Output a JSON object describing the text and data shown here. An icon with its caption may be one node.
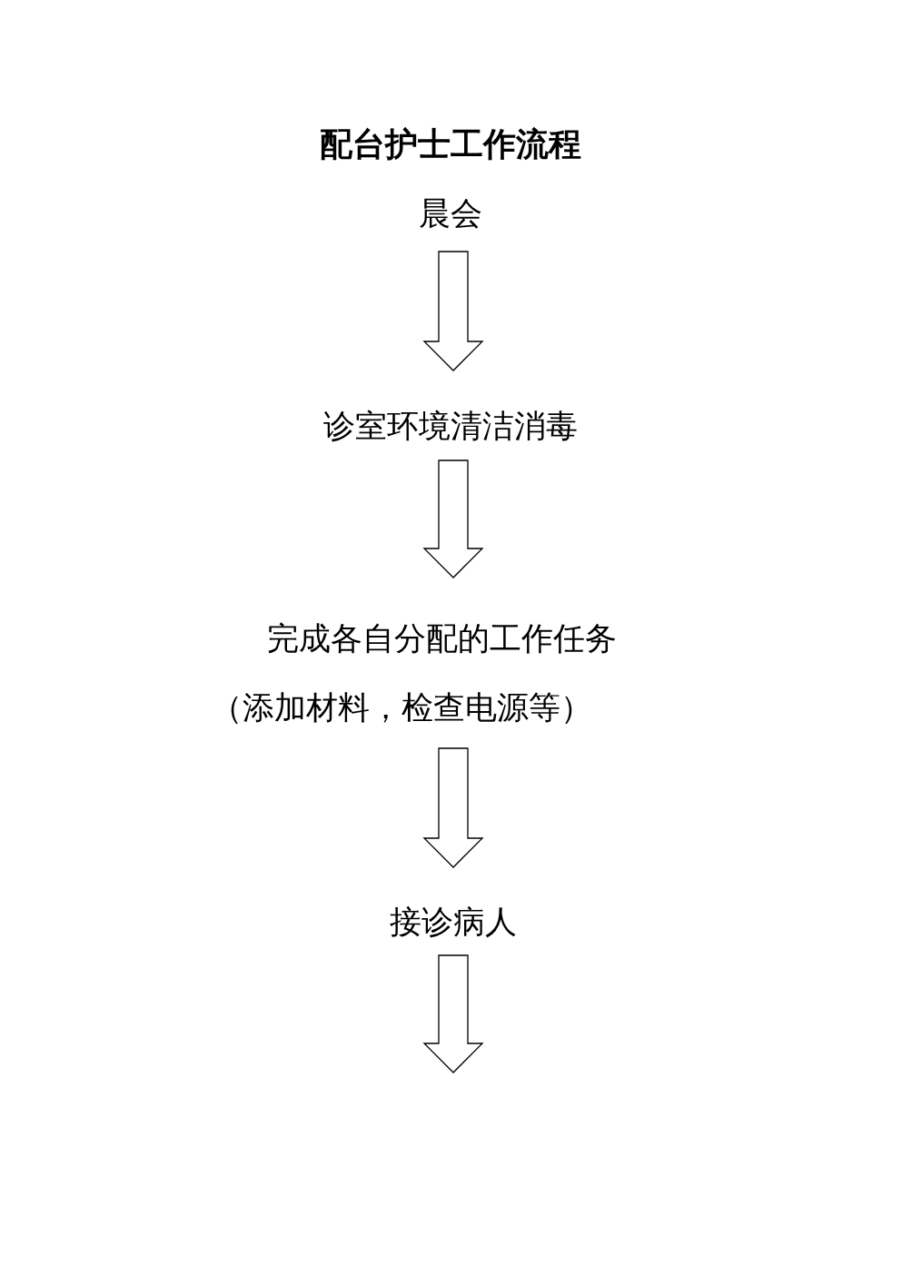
{
  "diagram": {
    "title": "配台护士工作流程",
    "nodes": [
      {
        "text": [
          "晨会"
        ]
      },
      {
        "text": [
          "诊室环境清洁消毒"
        ]
      },
      {
        "text": [
          "完成各自分配的工作任务",
          "（添加材料，检查电源等）"
        ]
      },
      {
        "text": [
          "接诊病人"
        ]
      }
    ],
    "edges": [
      {
        "from": 0,
        "to": 1,
        "arrow": "to"
      },
      {
        "from": 1,
        "to": 2,
        "arrow": "to"
      },
      {
        "from": 2,
        "to": 3,
        "arrow": "to"
      },
      {
        "from": 3,
        "to": null,
        "arrow": "to"
      }
    ]
  }
}
